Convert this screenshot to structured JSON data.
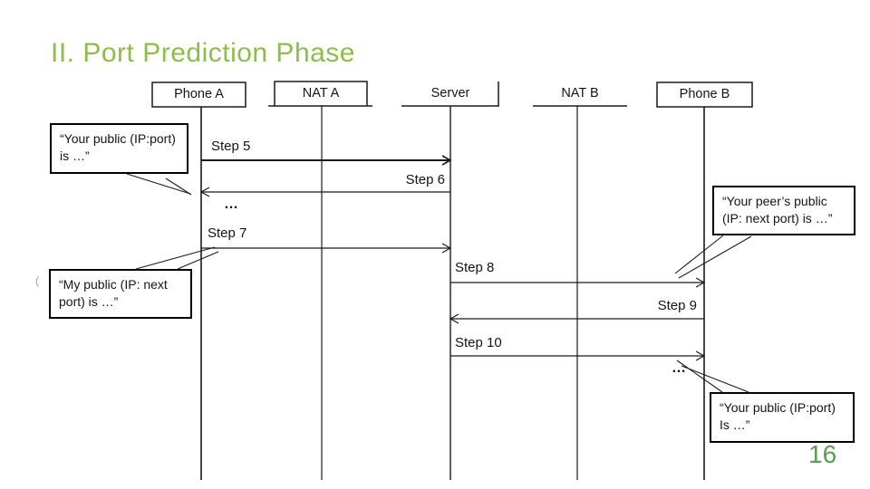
{
  "slide": {
    "title": "II. Port Prediction Phase",
    "page_number": "16"
  },
  "colors": {
    "title_green": "#8dbe4b",
    "page_number_green": "#55a04a",
    "diagram_stroke": "#1a1a1a"
  },
  "lifelines": [
    {
      "label": "Phone A",
      "header_style": "box"
    },
    {
      "label": "NAT A",
      "header_style": "box-with-underline"
    },
    {
      "label": "Server",
      "header_style": "underline-right-edge"
    },
    {
      "label": "NAT B",
      "header_style": "underline-only"
    },
    {
      "label": "Phone B",
      "header_style": "box"
    }
  ],
  "messages": [
    {
      "label": "Step 5",
      "from": "Phone A",
      "to": "Server",
      "direction": "right"
    },
    {
      "label": "Step 6",
      "from": "Server",
      "to": "Phone A",
      "direction": "left"
    },
    {
      "label": "Step 7",
      "from": "Phone A",
      "to": "Server",
      "direction": "right"
    },
    {
      "label": "Step 8",
      "from": "Server",
      "to": "Phone B",
      "direction": "right"
    },
    {
      "label": "Step 9",
      "from": "Phone B",
      "to": "Server",
      "direction": "left"
    },
    {
      "label": "Step 10",
      "from": "Server",
      "to": "Phone B",
      "direction": "right"
    }
  ],
  "ellipses": {
    "left": "…",
    "right": "…"
  },
  "callouts": [
    {
      "id": "top-left",
      "line1": "“Your public (IP:port)",
      "line2": "is …”",
      "points_to": "Phone A"
    },
    {
      "id": "right",
      "line1": "“Your peer’s  public",
      "line2": "(IP: next port) is …”",
      "points_to": "Phone B"
    },
    {
      "id": "bottom-left",
      "line1": "“My public (IP: next",
      "line2": "port) is …”",
      "points_to": "Phone A"
    },
    {
      "id": "bottom-right",
      "line1": "“Your public (IP:port)",
      "line2": "Is …”",
      "points_to": "Phone B"
    }
  ],
  "stray_mark": "("
}
